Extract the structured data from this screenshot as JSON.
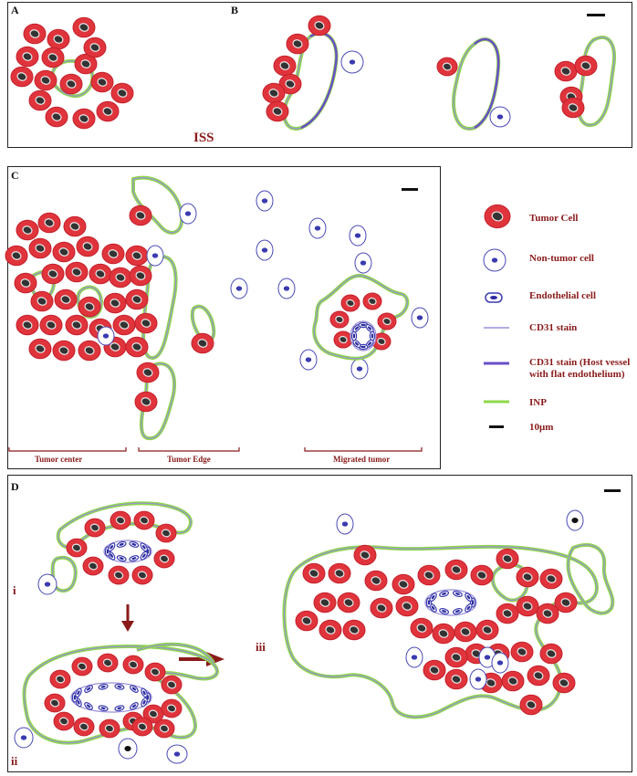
{
  "panels": {
    "a": {
      "label": "A"
    },
    "b": {
      "label": "B"
    },
    "c": {
      "label": "C"
    },
    "d": {
      "label": "D"
    }
  },
  "iss_label": "ISS",
  "regions": [
    "Tumor center",
    "Tumor Edge",
    "Migrated tumor"
  ],
  "stages": [
    "i",
    "ii",
    "iii"
  ],
  "legend": [
    {
      "label": "Tumor Cell",
      "icon": "tumor-cell-icon"
    },
    {
      "label": "Non-tumor cell",
      "icon": "non-tumor-cell-icon"
    },
    {
      "label": "Endothelial cell",
      "icon": "endothelial-cell-icon"
    },
    {
      "label": "CD31 stain",
      "icon": "cd31-line-icon"
    },
    {
      "label": "CD31 stain (Host vessel",
      "label2": "with flat endothelium)",
      "icon": "host-vessel-line-icon"
    },
    {
      "label": "INP",
      "icon": "inp-line-icon"
    },
    {
      "label": "10μm",
      "icon": "scale-bar-icon"
    }
  ],
  "colors": {
    "tumor": "#e0343c",
    "nucleus": "#333333",
    "border_blue": "#4a4ab8",
    "inp_green": "#8ed84a",
    "cd31": "#9a8fd8",
    "host_vessel": "#6a4fc8",
    "arrow": "#8a1a1a"
  }
}
